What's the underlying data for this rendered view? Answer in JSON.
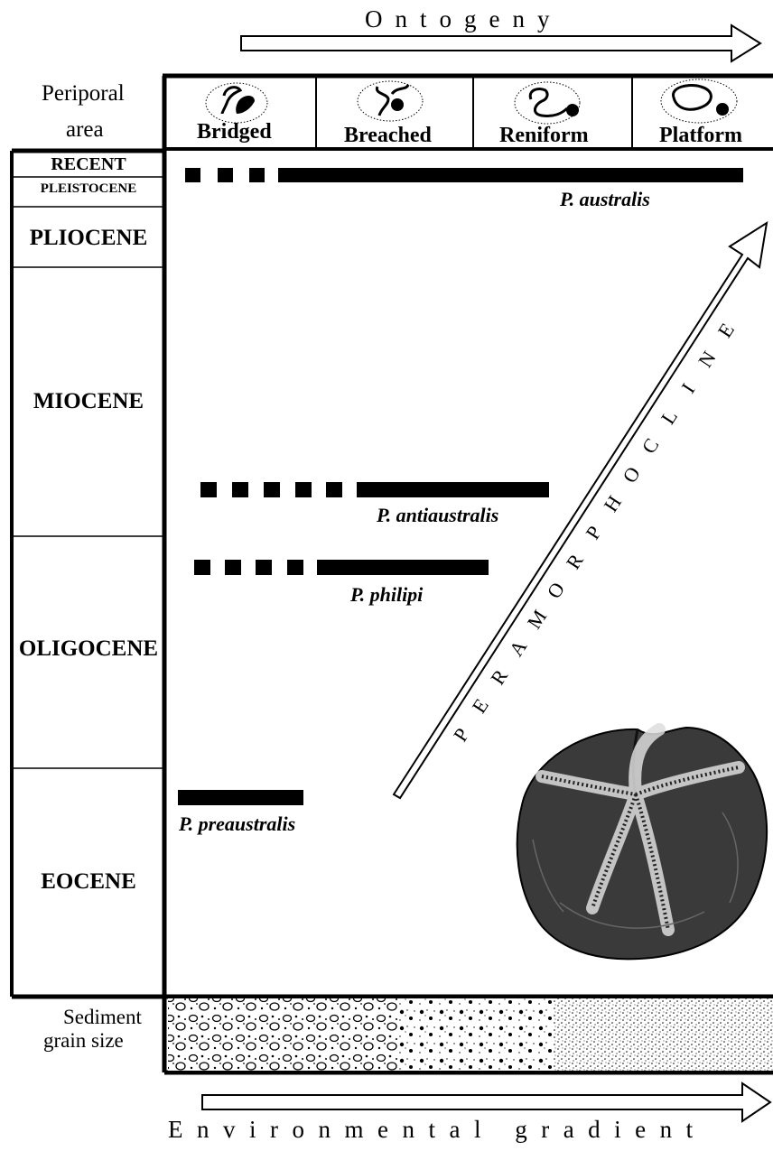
{
  "top_axis": {
    "label": "Ontogeny"
  },
  "bottom_axis": {
    "label": "Environmental gradient"
  },
  "periporal": {
    "row_label": [
      "Periporal",
      "area"
    ],
    "stages": [
      "Bridged",
      "Breached",
      "Reniform",
      "Platform"
    ]
  },
  "epochs": [
    "RECENT",
    "PLEISTOCENE",
    "PLIOCENE",
    "MIOCENE",
    "OLIGOCENE",
    "EOCENE"
  ],
  "species": [
    {
      "name": "P. australis"
    },
    {
      "name": "P. antiaustralis"
    },
    {
      "name": "P. philipi"
    },
    {
      "name": "P. preaustralis"
    }
  ],
  "trend": {
    "label": "PERAMORPHOCLINE"
  },
  "sediment": {
    "label": [
      "Sediment",
      "grain size"
    ]
  }
}
